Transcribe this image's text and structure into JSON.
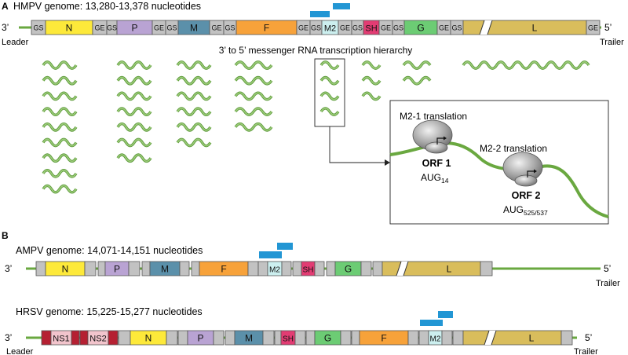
{
  "panel_a": {
    "letter": "A",
    "title": "HMPV genome: 13,280-13,378 nucleotides",
    "end_3": "3’",
    "end_5": "5’",
    "leader": "Leader",
    "trailer": "Trailer",
    "genes": {
      "n": "N",
      "p": "P",
      "m": "M",
      "f": "F",
      "m2": "M2",
      "sh": "SH",
      "g": "G",
      "l": "L"
    },
    "gs": "GS",
    "ge": "GE",
    "hierarchy_title": "3’ to 5’ messenger RNA transcription hierarchy",
    "inset": {
      "m2_1": "M2-1 translation",
      "m2_2": "M2-2 translation",
      "orf1": "ORF 1",
      "orf1_aug": "AUG",
      "orf1_sub": "14",
      "orf2": "ORF 2",
      "orf2_aug": "AUG",
      "orf2_sub": "525/537"
    }
  },
  "panel_b": {
    "letter": "B",
    "ampv": {
      "title": "AMPV genome: 14,071-14,151 nucleotides",
      "end_3": "3’",
      "end_5": "5’",
      "trailer": "Trailer",
      "genes": {
        "n": "N",
        "p": "P",
        "m": "M",
        "f": "F",
        "m2": "M2",
        "sh": "SH",
        "g": "G",
        "l": "L"
      }
    },
    "hrsv": {
      "title": "HRSV genome: 15,225-15,277 nucleotides",
      "end_3": "3’",
      "end_5": "5’",
      "leader": "Leader",
      "trailer": "Trailer",
      "genes": {
        "ns1": "NS1",
        "ns2": "NS2",
        "n": "N",
        "p": "P",
        "m": "M",
        "sh": "SH",
        "g": "G",
        "f": "F",
        "m2": "M2",
        "l": "L"
      }
    }
  },
  "colors": {
    "line": "#6aa840",
    "n": "#fde93a",
    "p": "#b9a3d3",
    "m": "#5b90aa",
    "f": "#f7a23a",
    "m2": "#ccefef",
    "sh": "#e23c73",
    "g": "#6ccc74",
    "l": "#d9bd5c",
    "gs": "#c2c2c2",
    "ns": "#b52032",
    "ns_light": "#f2c4cc",
    "orf_bar": "#2296d4",
    "mrna": "#9dcc7a",
    "mrna_dark": "#5c9a3a"
  },
  "mrna_counts": [
    9,
    7,
    6,
    5,
    4,
    3,
    2,
    1
  ]
}
